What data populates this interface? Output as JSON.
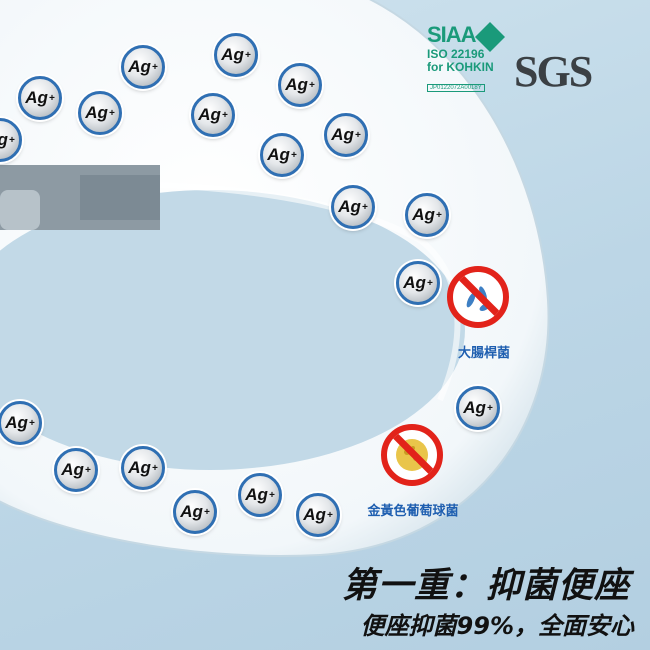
{
  "badge": {
    "text": "Ag",
    "sup": "+"
  },
  "certifications": {
    "siaa_title": "SIAA",
    "siaa_standard": "ISO 22196",
    "siaa_for": "for KOHKIN",
    "siaa_code": "JP0122072A0018Y",
    "sgs": "SGS"
  },
  "bacteria": [
    {
      "label": "大腸桿菌",
      "icon": "e-coli-banned-icon"
    },
    {
      "label": "金黃色葡萄球菌",
      "icon": "staphylococcus-banned-icon"
    }
  ],
  "headline": "第一重：抑菌便座",
  "subheadline": "便座抑菌99%，全面安心",
  "colors": {
    "accent_blue": "#2f6fb3",
    "ban_red": "#e2231a",
    "siaa_green": "#1a9a7a"
  }
}
